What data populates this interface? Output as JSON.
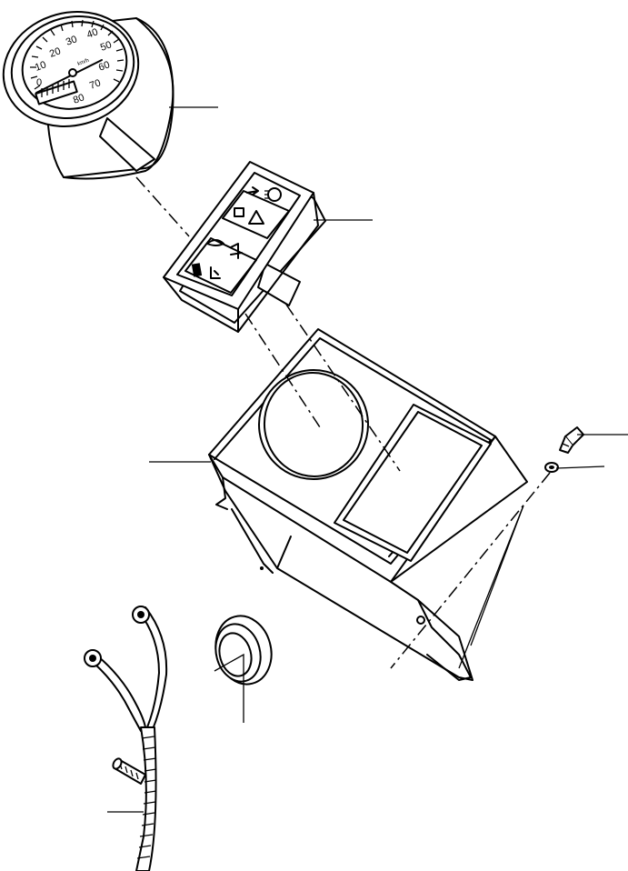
{
  "speedometer": {
    "dial_numbers": [
      "0",
      "10",
      "20",
      "30",
      "40",
      "50",
      "60",
      "70",
      "80"
    ],
    "unit_label": "km/h"
  }
}
